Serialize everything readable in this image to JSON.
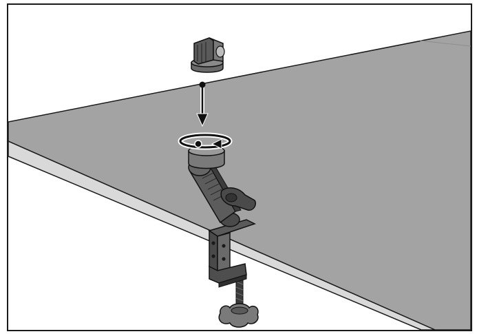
{
  "diagram": {
    "colors": {
      "frame": "#1a1a1a",
      "background": "#ffffff",
      "table_top": "#a3a3a3",
      "table_edge": "#d9d9d9",
      "outline": "#1a1a1a",
      "mount_dark": "#3c3c3c",
      "mount_mid": "#5a5a5a",
      "mount_light": "#7a7a7a",
      "arrow": "#111111"
    },
    "parts": [
      "camera-adapter",
      "rotating-base",
      "ball-joint-arm",
      "locking-lever",
      "clamp-bracket",
      "clamp-screw",
      "thumb-knob",
      "table"
    ],
    "indicators": [
      "insert-arrow",
      "rotate-arrow"
    ]
  }
}
